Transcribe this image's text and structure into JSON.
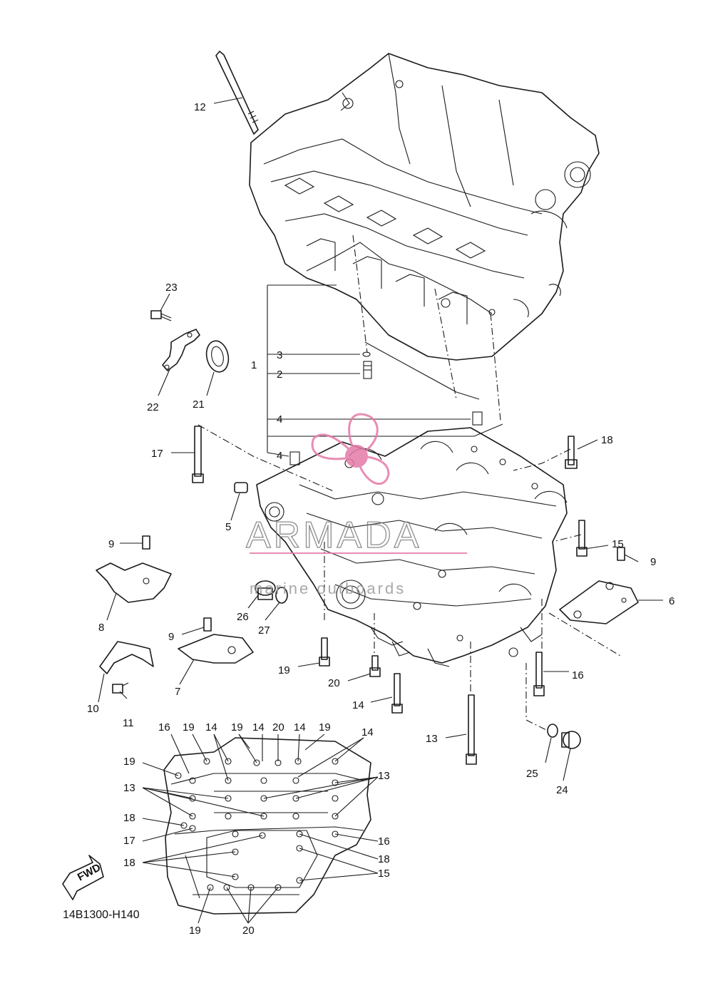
{
  "diagram": {
    "code": "14B1300-H140",
    "fwd_label": "FWD",
    "watermark": {
      "brand": "ARMADA",
      "tagline": "marine outboards",
      "color_pink": "#e57aa8",
      "color_gray": "#8a8a8a"
    },
    "callouts": [
      {
        "id": "c1",
        "text": "1"
      },
      {
        "id": "c2",
        "text": "2"
      },
      {
        "id": "c3",
        "text": "3"
      },
      {
        "id": "c4a",
        "text": "4"
      },
      {
        "id": "c4b",
        "text": "4"
      },
      {
        "id": "c5",
        "text": "5"
      },
      {
        "id": "c6",
        "text": "6"
      },
      {
        "id": "c7",
        "text": "7"
      },
      {
        "id": "c8",
        "text": "8"
      },
      {
        "id": "c9a",
        "text": "9"
      },
      {
        "id": "c9b",
        "text": "9"
      },
      {
        "id": "c9c",
        "text": "9"
      },
      {
        "id": "c10",
        "text": "10"
      },
      {
        "id": "c11",
        "text": "11"
      },
      {
        "id": "c12",
        "text": "12"
      },
      {
        "id": "c13a",
        "text": "13"
      },
      {
        "id": "c14a",
        "text": "14"
      },
      {
        "id": "c15a",
        "text": "15"
      },
      {
        "id": "c16a",
        "text": "16"
      },
      {
        "id": "c17a",
        "text": "17"
      },
      {
        "id": "c18a",
        "text": "18"
      },
      {
        "id": "c19a",
        "text": "19"
      },
      {
        "id": "c20a",
        "text": "20"
      },
      {
        "id": "c21",
        "text": "21"
      },
      {
        "id": "c22",
        "text": "22"
      },
      {
        "id": "c23",
        "text": "23"
      },
      {
        "id": "c24",
        "text": "24"
      },
      {
        "id": "c25",
        "text": "25"
      },
      {
        "id": "c26",
        "text": "26"
      },
      {
        "id": "c27",
        "text": "27"
      },
      {
        "id": "b16a",
        "text": "16"
      },
      {
        "id": "b19a",
        "text": "19"
      },
      {
        "id": "b14a",
        "text": "14"
      },
      {
        "id": "b19b",
        "text": "19"
      },
      {
        "id": "b14b",
        "text": "14"
      },
      {
        "id": "b20a",
        "text": "20"
      },
      {
        "id": "b14c",
        "text": "14"
      },
      {
        "id": "b19c",
        "text": "19"
      },
      {
        "id": "b14d",
        "text": "14"
      },
      {
        "id": "b19d",
        "text": "19"
      },
      {
        "id": "b13a",
        "text": "13"
      },
      {
        "id": "b13b",
        "text": "13"
      },
      {
        "id": "b18a",
        "text": "18"
      },
      {
        "id": "b17a",
        "text": "17"
      },
      {
        "id": "b16b",
        "text": "16"
      },
      {
        "id": "b18b",
        "text": "18"
      },
      {
        "id": "b18c",
        "text": "18"
      },
      {
        "id": "b15a",
        "text": "15"
      },
      {
        "id": "b19e",
        "text": "19"
      },
      {
        "id": "b20b",
        "text": "20"
      }
    ]
  }
}
